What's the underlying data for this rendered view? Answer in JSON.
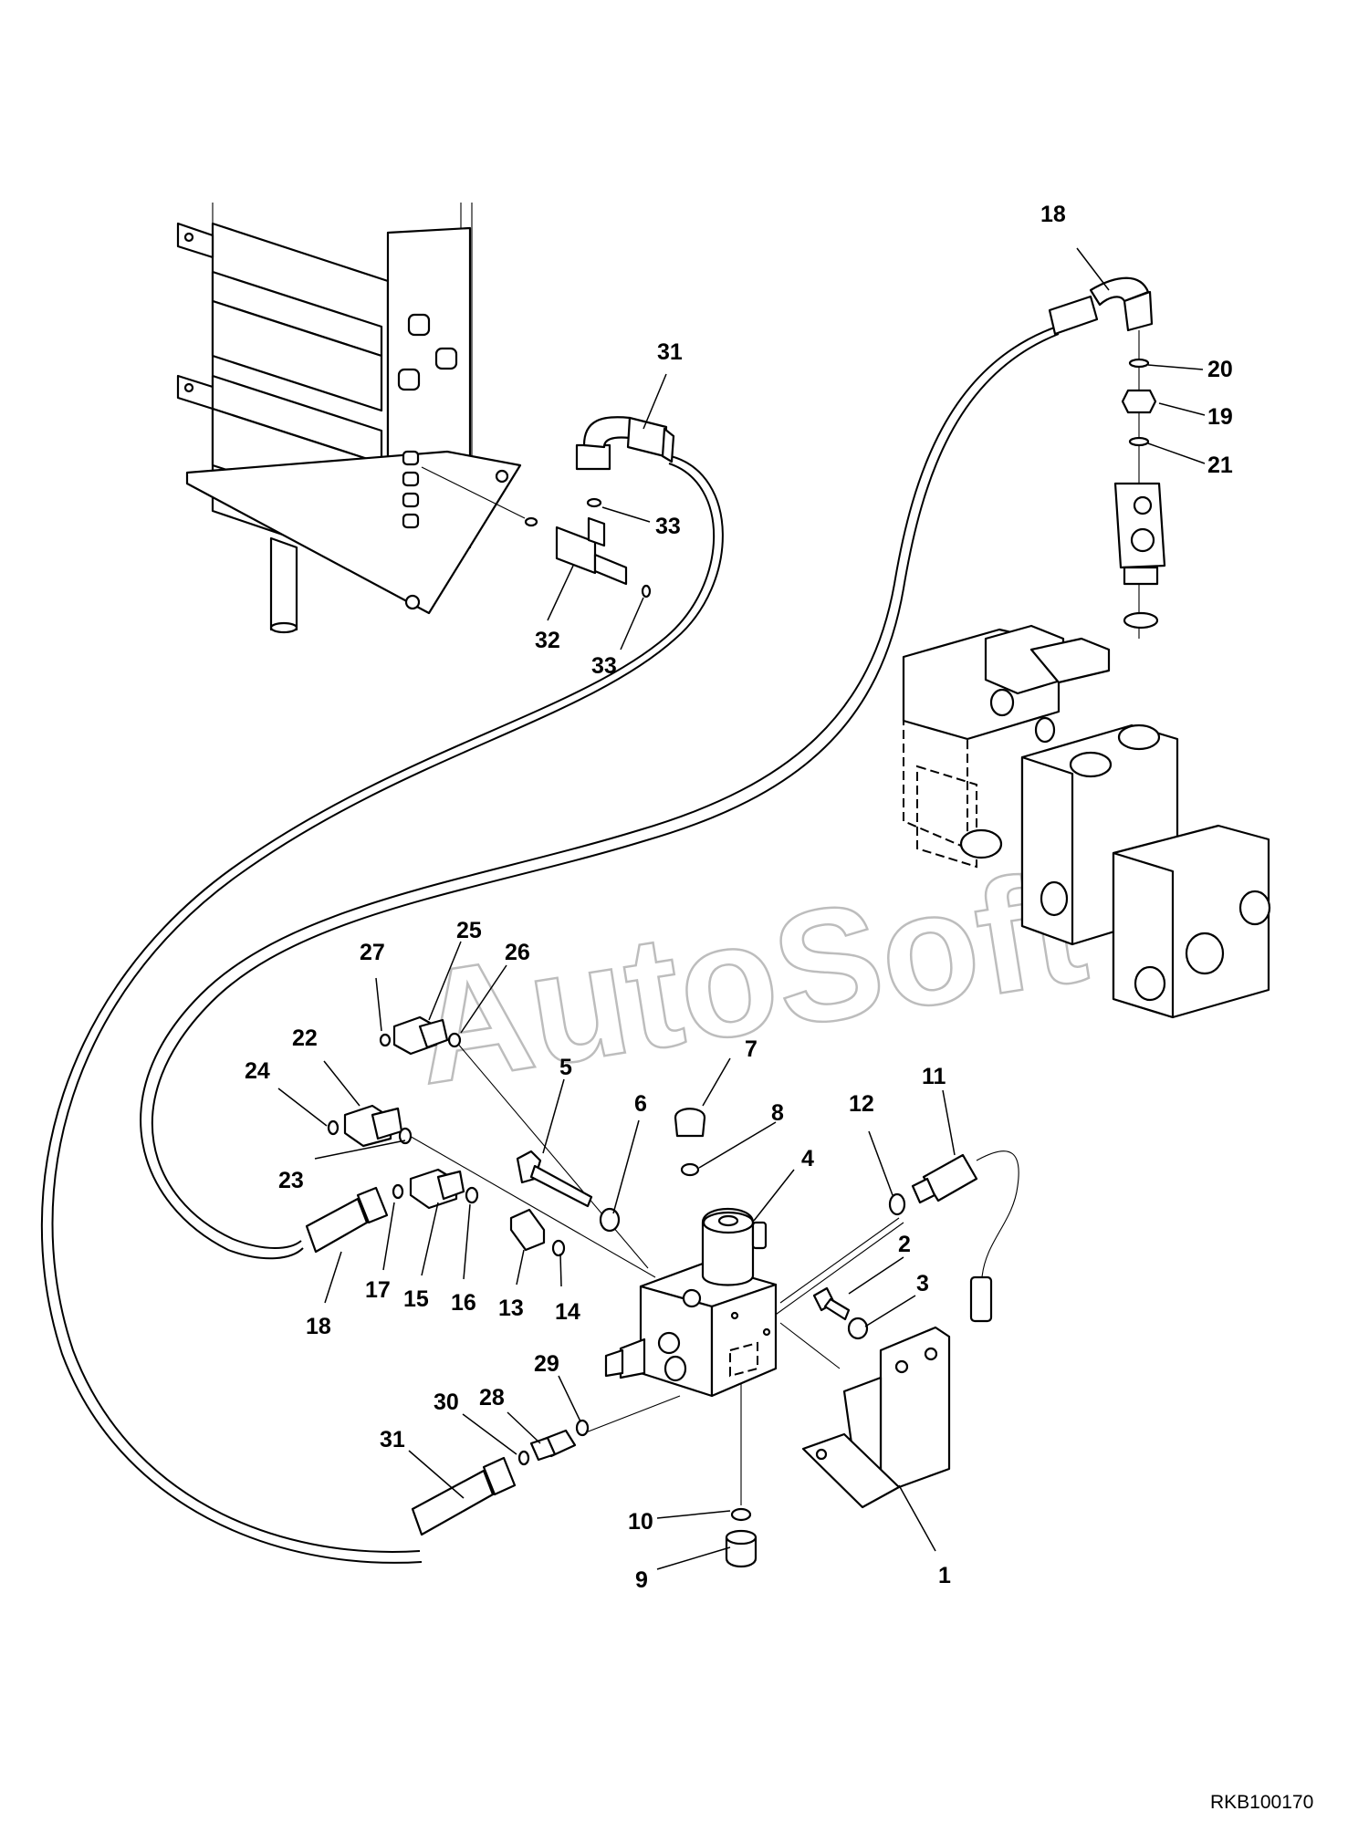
{
  "watermark": "AutoSoft",
  "drawing_ref": "RKB100170",
  "callouts": {
    "c1": "1",
    "c2": "2",
    "c3": "3",
    "c4": "4",
    "c5": "5",
    "c6": "6",
    "c7": "7",
    "c8": "8",
    "c9": "9",
    "c10": "10",
    "c11": "11",
    "c12": "12",
    "c13": "13",
    "c14": "14",
    "c15": "15",
    "c16": "16",
    "c17": "17",
    "c18a": "18",
    "c18b": "18",
    "c19": "19",
    "c20": "20",
    "c21": "21",
    "c22": "22",
    "c23": "23",
    "c24": "24",
    "c25": "25",
    "c26": "26",
    "c27": "27",
    "c28": "28",
    "c29": "29",
    "c30": "30",
    "c31a": "31",
    "c31b": "31",
    "c32": "32",
    "c33a": "33",
    "c33b": "33"
  },
  "colors": {
    "line": "#000000",
    "watermark": "#bdbdbd",
    "background": "#ffffff"
  }
}
